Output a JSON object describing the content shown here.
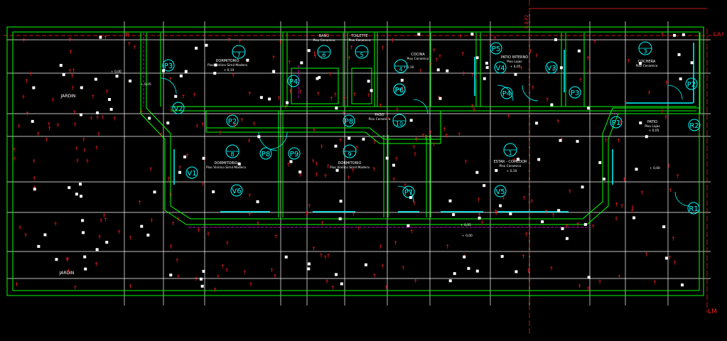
{
  "drawing": {
    "background": "#000000",
    "colors": {
      "wall": "#00ff00",
      "grid": "#ffffff",
      "dimension": "#ff2020",
      "symbol": "#00ffff",
      "hidden": "#ff00ff"
    }
  },
  "rooms": [
    {
      "id": "dorm1",
      "name": "DORMITORIO",
      "floor": "Piso Vinilico Simil Madera",
      "level": "+ 0,10",
      "number": "7"
    },
    {
      "id": "bano",
      "name": "BAÑO",
      "floor": "Piso Ceramico",
      "number": "6"
    },
    {
      "id": "toilette",
      "name": "TOILETTE",
      "floor": "Piso Ceramico",
      "number": "5"
    },
    {
      "id": "cocina",
      "name": "COCINA",
      "floor": "Piso Ceramico",
      "level": "+ 0,10",
      "number": "4"
    },
    {
      "id": "patio_int",
      "name": "PATIO INTERNO",
      "floor": "Piso Lajas",
      "level": "+ 0,05"
    },
    {
      "id": "cochera",
      "name": "COCHERA",
      "floor": "Piso Ceramico",
      "number": "3"
    },
    {
      "id": "paso",
      "name": "PASO",
      "floor": "Piso Ceramico",
      "number": "10"
    },
    {
      "id": "dorm2",
      "name": "DORMITORIO",
      "floor": "Piso Vinilico Simil Madera",
      "number": "8"
    },
    {
      "id": "dorm3",
      "name": "DORMITORIO",
      "floor": "Piso Vinilico Simil Madera",
      "number": "9"
    },
    {
      "id": "estar",
      "name": "ESTAR - COMEDOR",
      "floor": "Piso Ceramico",
      "level": "+ 0,10",
      "number": "1"
    },
    {
      "id": "patio",
      "name": "PATIO",
      "floor": "Piso Lajas",
      "level": "+ 0,05"
    },
    {
      "id": "jardin1",
      "name": "JARDIN"
    },
    {
      "id": "jardin2",
      "name": "JARDIN"
    }
  ],
  "levels": [
    "+ 0,00",
    "+ 0,05",
    "+ 0,05",
    "+ 0,00",
    "+ 0,00"
  ],
  "openings": {
    "doors": [
      "P3",
      "P4",
      "P5",
      "P6",
      "P7",
      "P8",
      "P9",
      "P2",
      "P1",
      "P8",
      "P2",
      "P3",
      "P4",
      "P6"
    ],
    "windows": [
      "V1",
      "V2",
      "V3",
      "V4",
      "V5",
      "V6"
    ],
    "others": [
      "R1",
      "R2"
    ]
  },
  "edge_labels": [
    "LM",
    "E.B.F",
    "E.B.P2"
  ]
}
